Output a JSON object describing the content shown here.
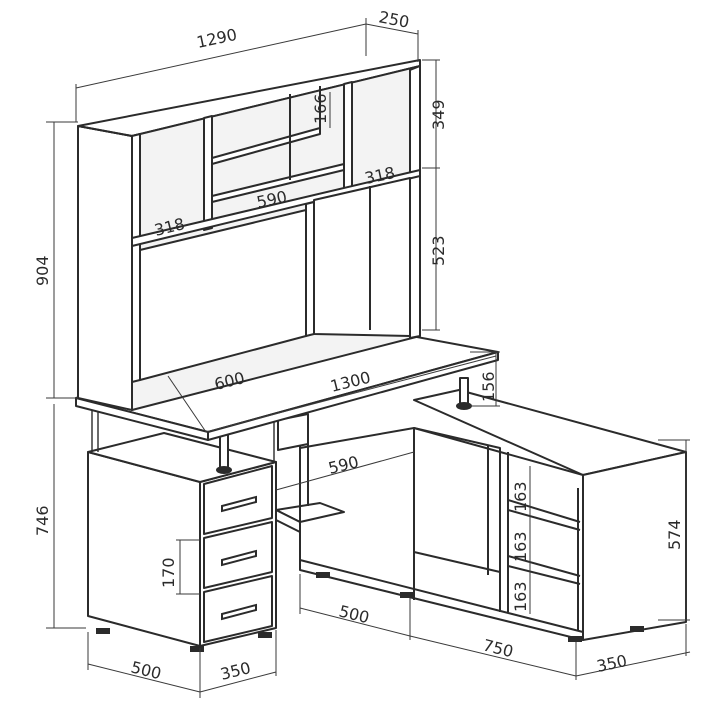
{
  "dimensions": {
    "overall_width": "1290",
    "depth_top": "250",
    "top_shelf_height": "349",
    "upper_section_height": "523",
    "total_upper_height": "904",
    "lower_height": "746",
    "shelf_166": "166",
    "shelf_318_left": "318",
    "shelf_318_right": "318",
    "niche_590_top": "590",
    "desk_depth_600": "600",
    "desk_length_1300": "1300",
    "leg_156": "156",
    "inner_590": "590",
    "drawer_170": "170",
    "right_height_574": "574",
    "shelf_163_a": "163",
    "shelf_163_b": "163",
    "shelf_163_c": "163",
    "base_500_left": "500",
    "base_350_left": "350",
    "base_500_mid": "500",
    "base_750": "750",
    "base_350_right": "350"
  }
}
